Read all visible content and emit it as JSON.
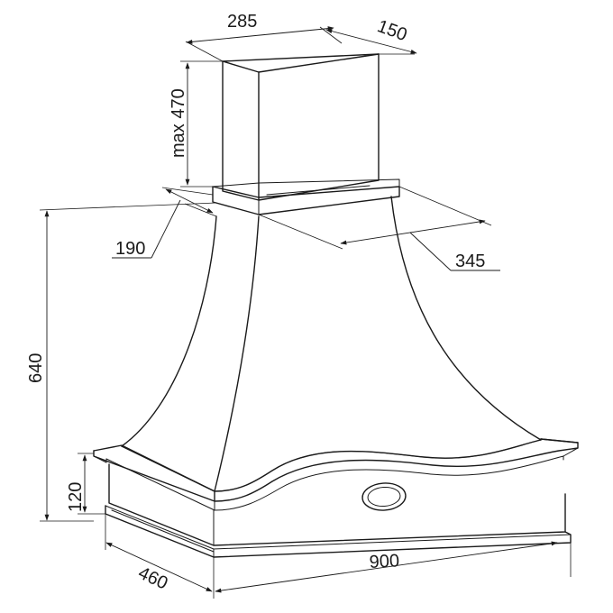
{
  "dimensions": {
    "duct_width": "285",
    "duct_depth": "150",
    "duct_height": "max 470",
    "collar_depth": "190",
    "collar_width": "345",
    "total_height": "640",
    "base_height": "120",
    "base_depth": "460",
    "base_width": "900"
  },
  "colors": {
    "line": "#1a1a1a",
    "background": "#ffffff"
  }
}
